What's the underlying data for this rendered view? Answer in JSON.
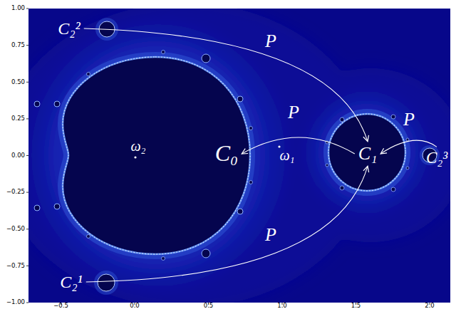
{
  "diagram": {
    "nodes": [
      {
        "text": [
          "C₂²"
        ]
      },
      {
        "text": [
          "C₀"
        ]
      },
      {
        "text": [
          "C₁"
        ]
      },
      {
        "text": [
          "C₂³"
        ]
      },
      {
        "text": [
          "C₂¹"
        ]
      }
    ],
    "edges": [
      {
        "from": 0,
        "to": 2,
        "arrow": "to",
        "label": "P"
      },
      {
        "from": 2,
        "to": 1,
        "arrow": "to",
        "label": "P"
      },
      {
        "from": 3,
        "to": 2,
        "arrow": "to",
        "label": "P"
      },
      {
        "from": 4,
        "to": 2,
        "arrow": "to",
        "label": "P"
      }
    ],
    "labels": [
      "ω₂",
      "ω₁",
      "1.00",
      "0.75",
      "0.50",
      "0.25",
      "0.00",
      "−0.25",
      "−0.50",
      "−0.75",
      "−1.00",
      "−0.5",
      "0.0",
      "0.5",
      "1.0",
      "1.5",
      "2.0"
    ]
  }
}
